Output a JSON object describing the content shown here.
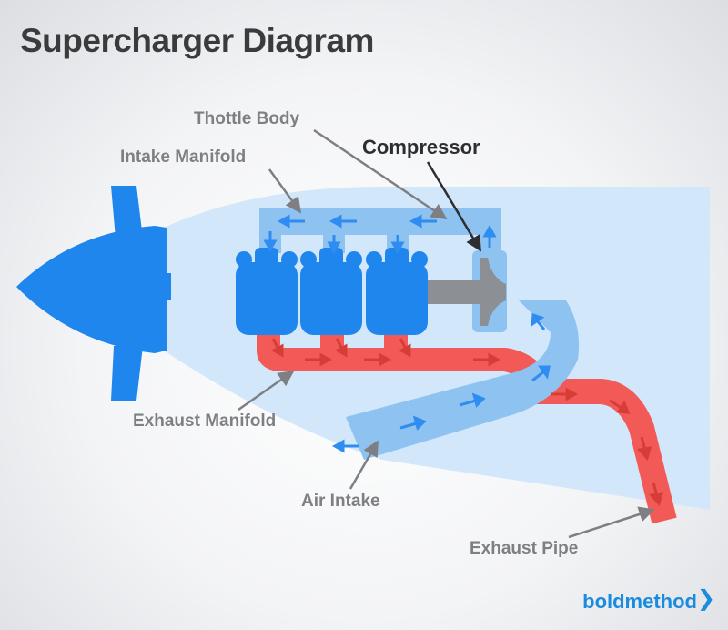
{
  "title": "Supercharger Diagram",
  "labels": {
    "throttle_body": "Thottle Body",
    "intake_manifold": "Intake Manifold",
    "compressor": "Compressor",
    "exhaust_manifold": "Exhaust Manifold",
    "air_intake": "Air Intake",
    "exhaust_pipe": "Exhaust Pipe"
  },
  "brand": {
    "name": "boldmethod",
    "chevron": "❯"
  },
  "colors": {
    "engine_blue": "#1f86ee",
    "intake_air": "#8ec2f0",
    "exhaust_red": "#f25a57",
    "cowling": "#d3e7fb",
    "arrow_blue": "#2f8cf0",
    "arrow_red": "#d63d38",
    "shaft_gray": "#8c8f93",
    "leader_gray": "#7d7f83",
    "brand_blue": "#1a8ce0"
  }
}
